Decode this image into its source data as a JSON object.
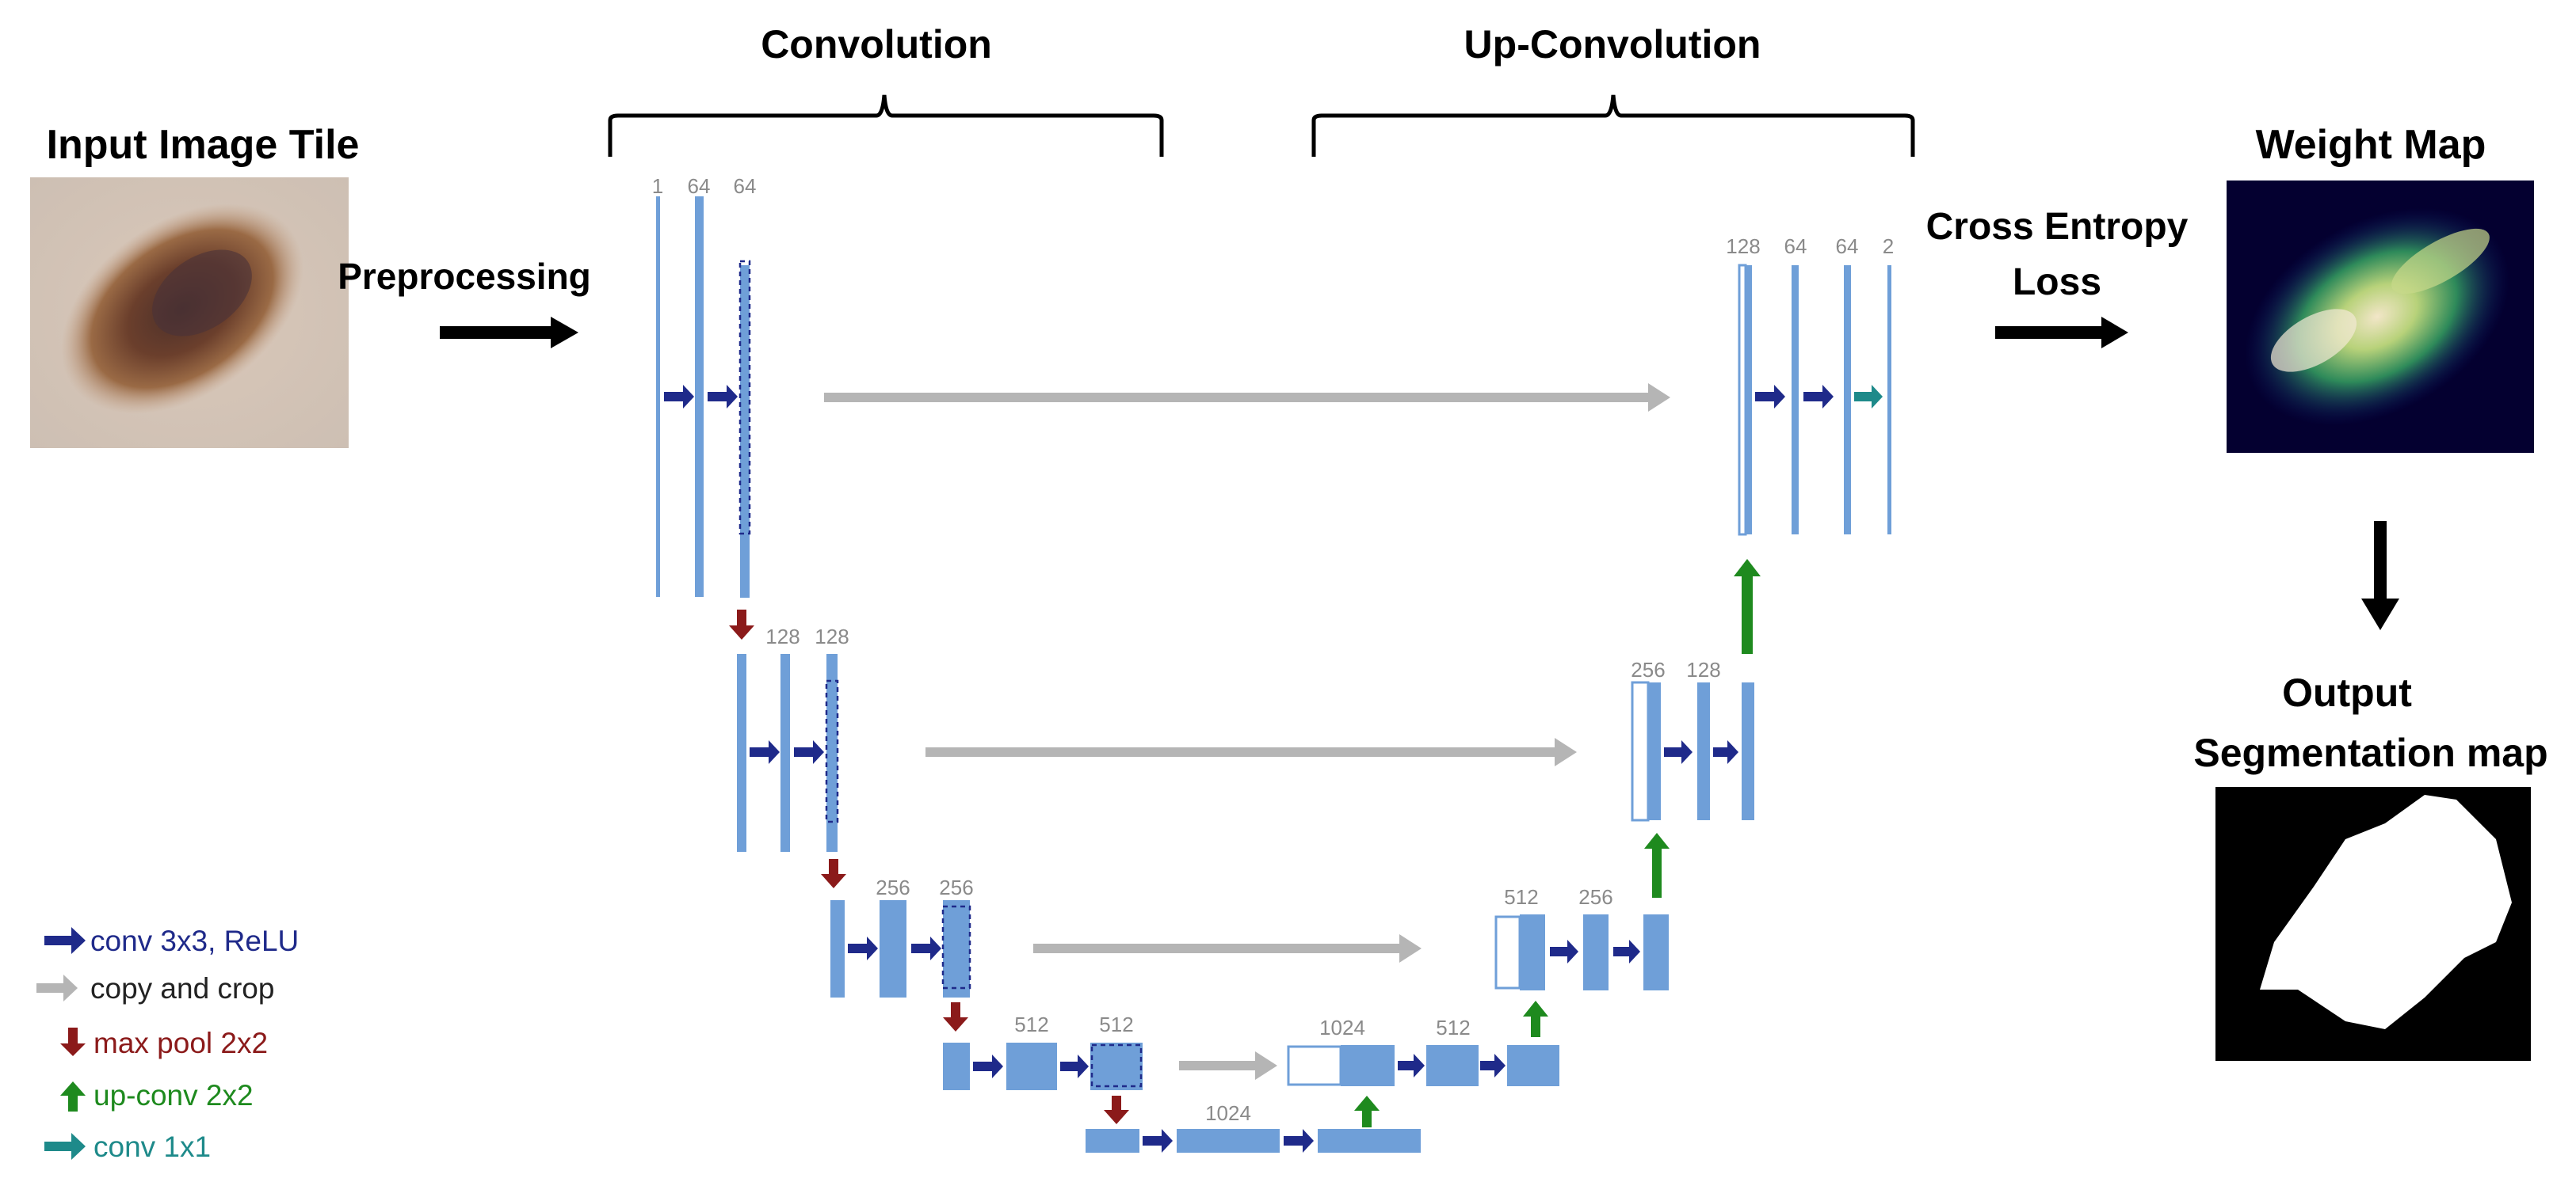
{
  "headings": {
    "convolution": "Convolution",
    "up_convolution": "Up-Convolution",
    "input_image_tile": "Input Image Tile",
    "preprocessing": "Preprocessing",
    "cross_entropy_line1": "Cross Entropy",
    "cross_entropy_line2": "Loss",
    "weight_map": "Weight Map",
    "output_line1": "Output",
    "output_line2": "Segmentation map"
  },
  "channels": {
    "enc1": [
      "1",
      "64",
      "64"
    ],
    "enc2": [
      "128",
      "128"
    ],
    "enc3": [
      "256",
      "256"
    ],
    "enc4": [
      "512",
      "512"
    ],
    "bottom": [
      "1024"
    ],
    "dec4": [
      "1024",
      "512"
    ],
    "dec3": [
      "512",
      "256"
    ],
    "dec2": [
      "256",
      "128"
    ],
    "dec1": [
      "128",
      "64",
      "64",
      "2"
    ]
  },
  "legend": [
    {
      "label": "conv 3x3, ReLU",
      "color": "#1f2a8a",
      "icon": "arrow-right-icon"
    },
    {
      "label": "copy and crop",
      "color": "#222222",
      "icon": "arrow-right-icon"
    },
    {
      "label": "max pool 2x2",
      "color": "#8b1a1a",
      "icon": "arrow-down-icon"
    },
    {
      "label": "up-conv 2x2",
      "color": "#1e8a1e",
      "icon": "arrow-up-icon"
    },
    {
      "label": "conv 1x1",
      "color": "#1e8a8a",
      "icon": "arrow-right-icon"
    }
  ],
  "colors": {
    "conv": "#1f2a8a",
    "copy": "#b5b5b5",
    "pool": "#8b1a1a",
    "upconv": "#1e8a1e",
    "conv1x1": "#1e8a8a",
    "feature_map": "#6f9fd8"
  }
}
